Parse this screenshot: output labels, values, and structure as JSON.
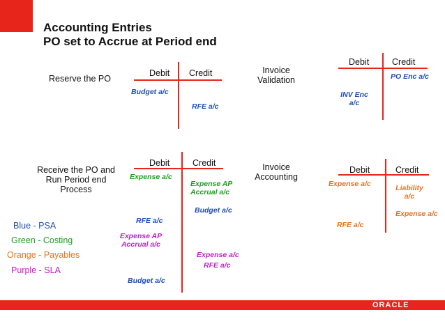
{
  "title": {
    "line1": "Accounting Entries",
    "line2": "PO set to Accrue at Period end"
  },
  "headers": {
    "debit": "Debit",
    "credit": "Credit"
  },
  "sections": {
    "reserve": {
      "label": "Reserve the PO",
      "debit": [
        "Budget a/c"
      ],
      "credit": [
        "RFE a/c"
      ]
    },
    "invoice_validation": {
      "label_line1": "Invoice",
      "label_line2": "Validation",
      "debit": [
        "INV Enc",
        "a/c"
      ],
      "credit": [
        "PO Enc a/c"
      ]
    },
    "receive": {
      "label_line1": "Receive the PO and",
      "label_line2": "Run Period end",
      "label_line3": "Process",
      "debit": [
        "Expense a/c",
        "RFE a/c",
        "Expense AP",
        "Accrual a/c",
        "Budget a/c"
      ],
      "credit": [
        "Expense AP",
        "Accrual a/c",
        "Budget a/c",
        "Expense a/c",
        "RFE a/c"
      ]
    },
    "invoice_accounting": {
      "label_line1": "Invoice",
      "label_line2": "Accounting",
      "debit": [
        "Expense a/c",
        "RFE a/c"
      ],
      "credit": [
        "Liability",
        "a/c",
        "Expense a/c"
      ]
    }
  },
  "legend": [
    {
      "prefix": "Blue",
      "text": "PSA",
      "color": "#1f4eb4"
    },
    {
      "prefix": "Green",
      "text": "Costing",
      "color": "#1f9e1f"
    },
    {
      "prefix": "Orange",
      "text": "Payables",
      "color": "#e8731a"
    },
    {
      "prefix": "Purple",
      "text": "SLA",
      "color": "#c01fc7"
    }
  ],
  "brand": "ORACLE",
  "colors": {
    "accent_red": "#e8251a"
  }
}
